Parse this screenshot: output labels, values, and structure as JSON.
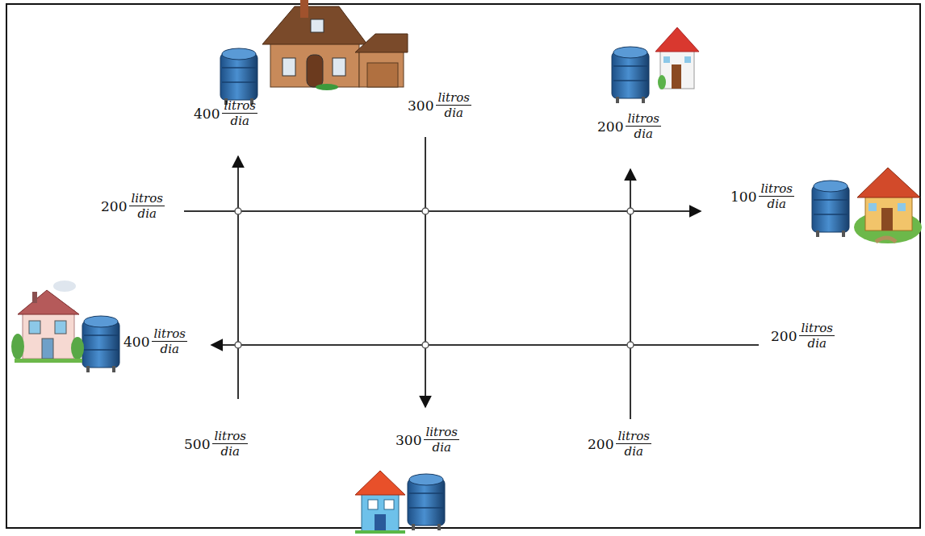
{
  "diagram": {
    "labels": [
      "400",
      "litros",
      "dia",
      "300",
      "litros",
      "dia",
      "200",
      "litros",
      "dia",
      "200",
      "litros",
      "dia",
      "100",
      "litros",
      "dia",
      "400",
      "litros",
      "dia",
      "200",
      "litros",
      "dia",
      "500",
      "litros",
      "dia",
      "300",
      "litros",
      "dia",
      "200",
      "litros",
      "dia"
    ]
  }
}
